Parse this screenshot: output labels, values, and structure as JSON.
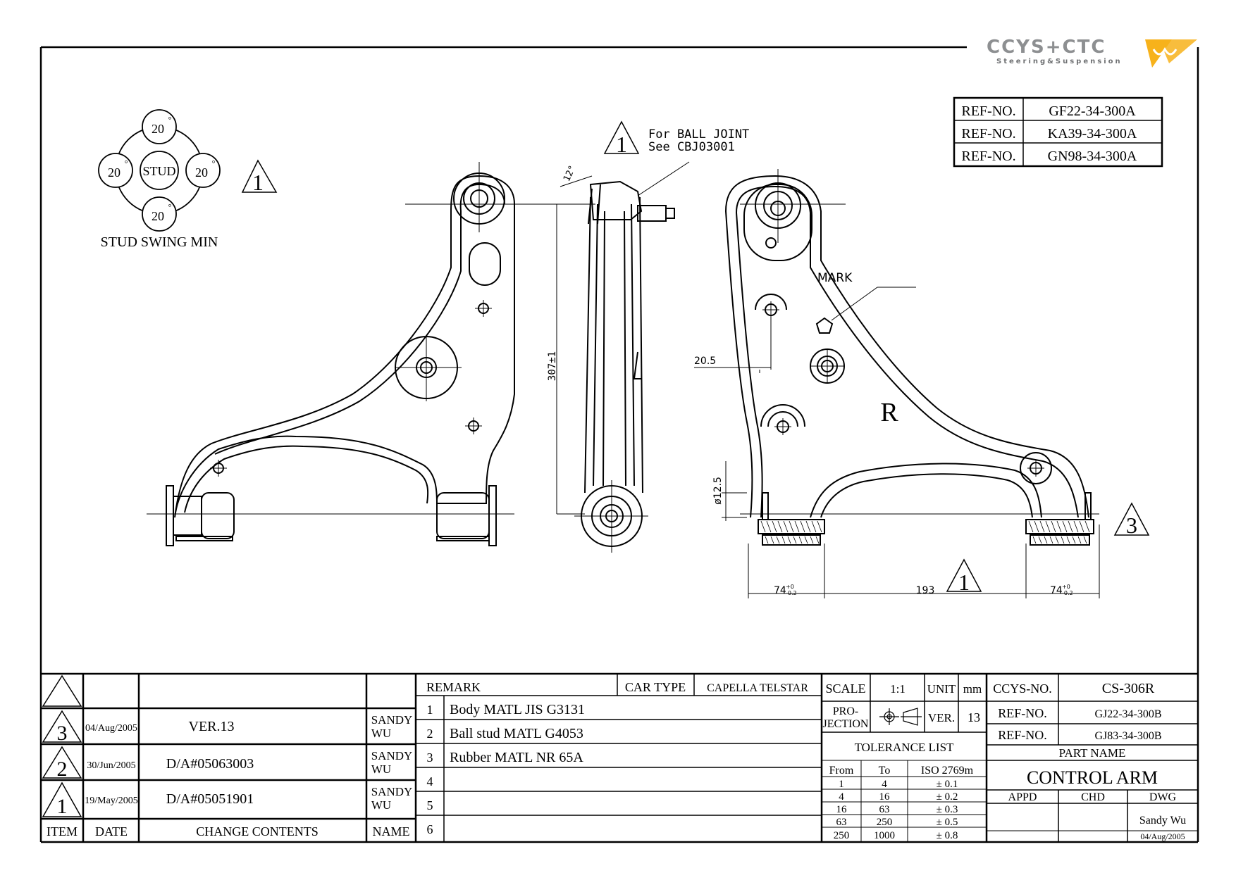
{
  "logo": {
    "brand": "CCYS+CTC",
    "tagline": "Steering&Suspension",
    "accent_color": "#f7b21b",
    "gray_color": "#8d8f91"
  },
  "ref_table_top": [
    {
      "label": "REF-NO.",
      "value": "GF22-34-300A"
    },
    {
      "label": "REF-NO.",
      "value": "KA39-34-300A"
    },
    {
      "label": "REF-NO.",
      "value": "GN98-34-300A"
    }
  ],
  "stud_swing": {
    "title": "STUD SWING MIN",
    "center": "STUD",
    "values": [
      "20",
      "20",
      "20",
      "20"
    ],
    "degree": "°"
  },
  "revision_marks": [
    "1",
    "1",
    "1",
    "3"
  ],
  "callouts": {
    "ball_joint_line1": "For BALL JOINT",
    "ball_joint_line2": "See CBJ03001",
    "mark": "MARK",
    "side_letter": "R"
  },
  "dimensions": {
    "angle": "12°",
    "length": "307±1",
    "offset": "20.5",
    "diameter": "ø12.5",
    "bush_left": "74",
    "bush_right": "74",
    "tol_plus": "+0",
    "tol_minus": "-0.2",
    "center": "193"
  },
  "revision_table": {
    "headers": {
      "item": "ITEM",
      "date": "DATE",
      "change": "CHANGE CONTENTS",
      "name": "NAME"
    },
    "rows": [
      {
        "item": "3",
        "date": "04/Aug/2005",
        "change": "VER.13",
        "name1": "SANDY",
        "name2": "WU"
      },
      {
        "item": "2",
        "date": "30/Jun/2005",
        "change": "D/A#05063003",
        "name1": "SANDY",
        "name2": "WU"
      },
      {
        "item": "1",
        "date": "19/May/2005",
        "change": "D/A#05051901",
        "name1": "SANDY",
        "name2": "WU"
      }
    ]
  },
  "remark": {
    "title": "REMARK",
    "car_type_label": "CAR TYPE",
    "car_type": "CAPELLA TELSTAR",
    "items": [
      {
        "no": "1",
        "text": "Body MATL JIS G3131"
      },
      {
        "no": "2",
        "text": "Ball stud MATL G4053"
      },
      {
        "no": "3",
        "text": "Rubber MATL NR 65A"
      },
      {
        "no": "4",
        "text": ""
      },
      {
        "no": "5",
        "text": ""
      },
      {
        "no": "6",
        "text": ""
      }
    ]
  },
  "spec": {
    "scale_label": "SCALE",
    "scale": "1:1",
    "unit_label": "UNIT",
    "unit": "mm",
    "projection_line1": "PRO-",
    "projection_line2": "JECTION",
    "ver_label": "VER.",
    "ver": "13"
  },
  "tolerance": {
    "title": "TOLERANCE LIST",
    "headers": [
      "From",
      "To",
      "ISO 2769m"
    ],
    "rows": [
      [
        "1",
        "4",
        "± 0.1"
      ],
      [
        "4",
        "16",
        "± 0.2"
      ],
      [
        "16",
        "63",
        "± 0.3"
      ],
      [
        "63",
        "250",
        "± 0.5"
      ],
      [
        "250",
        "1000",
        "± 0.8"
      ]
    ]
  },
  "title_block": {
    "ccys_label": "CCYS-NO.",
    "ccys_no": "CS-306R",
    "refs": [
      {
        "label": "REF-NO.",
        "value": "GJ22-34-300B"
      },
      {
        "label": "REF-NO.",
        "value": "GJ83-34-300B"
      }
    ],
    "part_name_label": "PART NAME",
    "part_name": "CONTROL ARM",
    "appd": "APPD",
    "chd": "CHD",
    "dwg": "DWG",
    "drawn_by": "Sandy Wu",
    "drawn_date": "04/Aug/2005"
  }
}
